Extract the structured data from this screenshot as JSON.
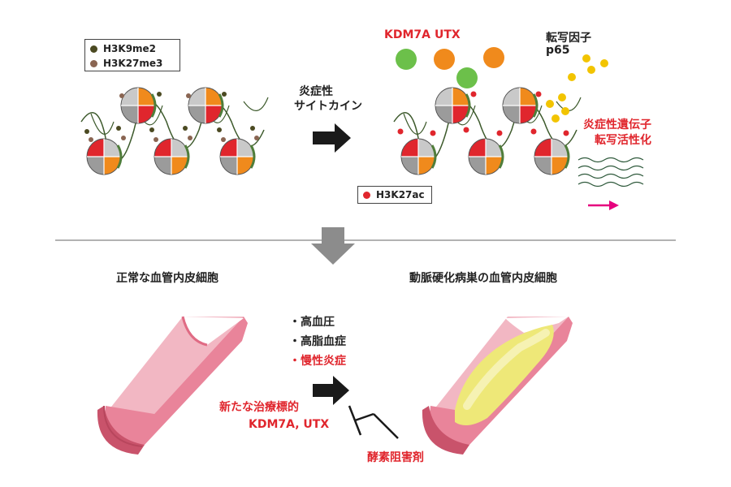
{
  "legend_top": {
    "items": [
      {
        "label": "H3K9me2",
        "color": "#4b4a22"
      },
      {
        "label": "H3K27me3",
        "color": "#8a6552"
      }
    ]
  },
  "legend_acetyl": {
    "label": "H3K27ac",
    "color": "#e0262d"
  },
  "stimulus": {
    "line1": "炎症性",
    "line2": "サイトカイン"
  },
  "enzymes": {
    "kdm7a": "KDM7A",
    "utx": "UTX"
  },
  "tf": {
    "line1": "転写因子",
    "line2": "p65"
  },
  "activation": {
    "line1": "炎症性遺伝子",
    "line2": "転写活性化"
  },
  "bottom": {
    "left_title": "正常な血管内皮細胞",
    "right_title": "動脈硬化病巣の血管内皮細胞",
    "risks": [
      "・高血圧",
      "・高脂血症",
      "・慢性炎症"
    ],
    "target_line1": "新たな治療標的",
    "target_line2": "KDM7A, UTX",
    "inhibitor": "酵素阻害剤"
  },
  "colors": {
    "accent_red": "#e0262d",
    "green": "#6cc04a",
    "orange": "#f08a1c",
    "yellow": "#f2c400",
    "magenta": "#e6007e",
    "divider": "#999999",
    "vessel_pink": "#e9849a"
  }
}
